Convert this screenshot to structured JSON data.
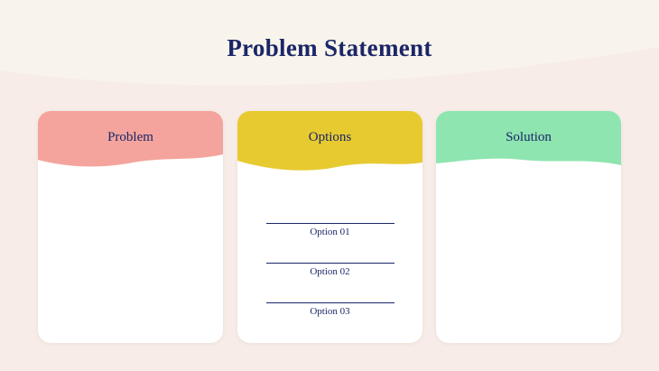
{
  "page": {
    "title": "Problem Statement"
  },
  "colors": {
    "background_top": "#f9f4eb",
    "background_bottom": "#f7ece7",
    "text_navy": "#1b2668",
    "card_bg": "#ffffff",
    "problem_header": "#f4a49c",
    "options_header": "#e6ca30",
    "solution_header": "#8ee5af"
  },
  "cards": [
    {
      "title": "Problem"
    },
    {
      "title": "Options",
      "options": [
        "Option 01",
        "Option 02",
        "Option 03"
      ]
    },
    {
      "title": "Solution"
    }
  ]
}
